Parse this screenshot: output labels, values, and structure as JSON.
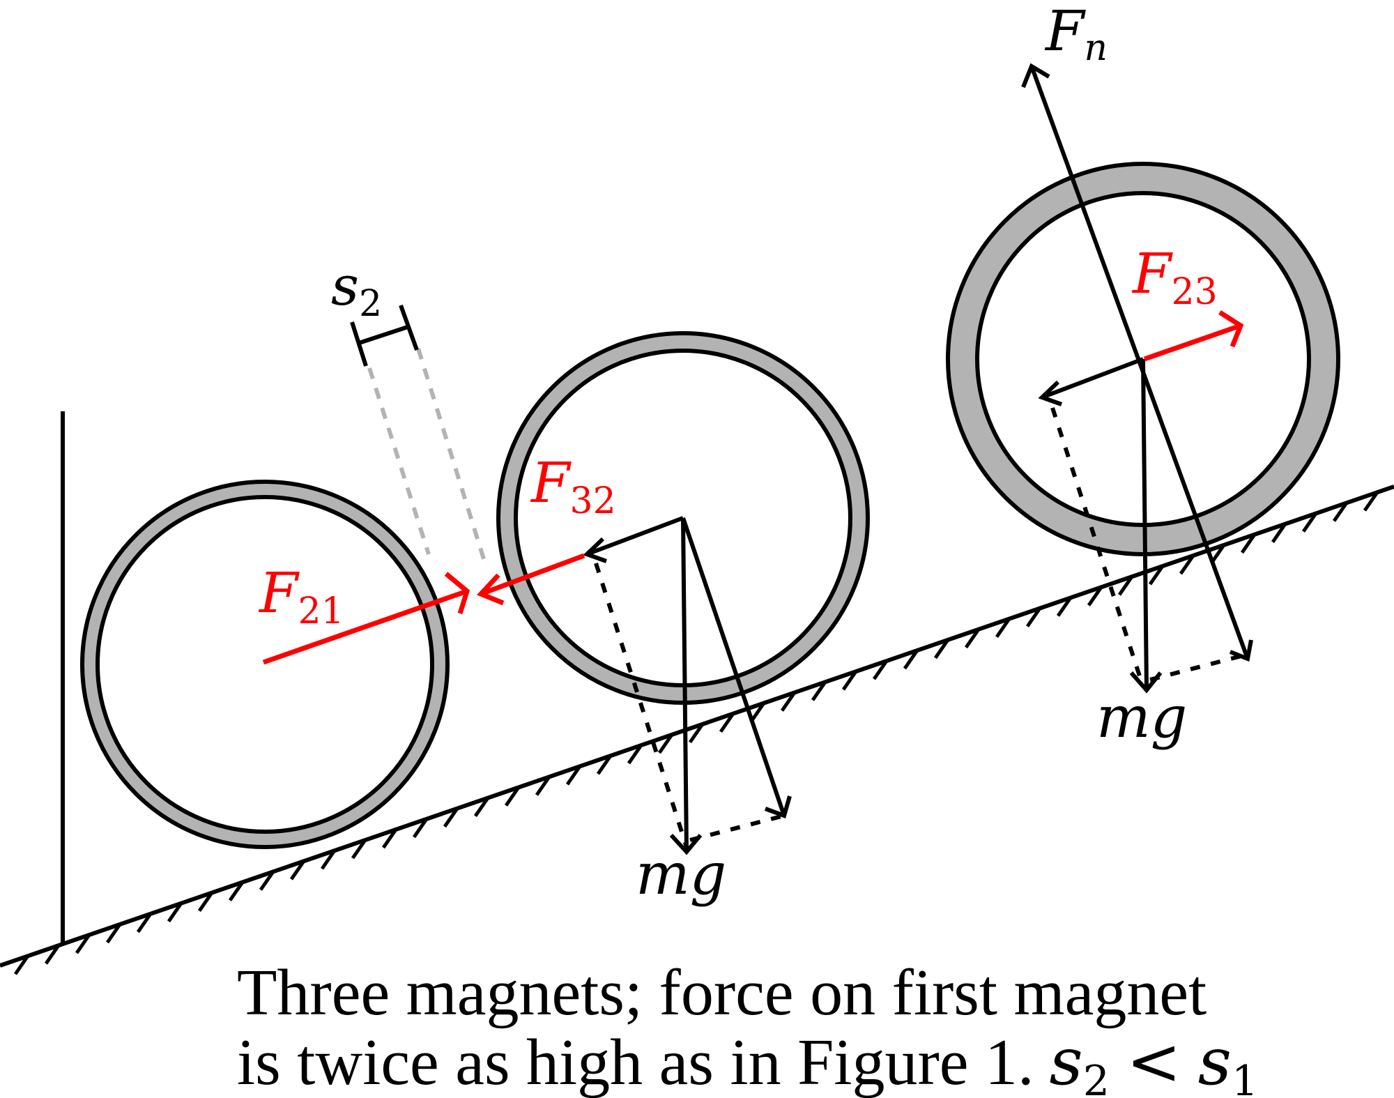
{
  "diagram": {
    "magnet_labels": {
      "f21_main": "F",
      "f21_sub": "21",
      "f32_main": "F",
      "f32_sub": "32",
      "f23_main": "F",
      "f23_sub": "23",
      "fn_main": "F",
      "fn_sub": "n",
      "mg_middle": "mg",
      "mg_right": "mg",
      "s2_main": "s",
      "s2_sub": "2"
    },
    "caption": {
      "line1": "Three magnets; force on first magnet",
      "line2_text": "is twice as high as in Figure 1.",
      "line2_math_a": "s",
      "line2_math_a_sub": "2",
      "line2_math_op": "<",
      "line2_math_b": "s",
      "line2_math_b_sub": "1"
    },
    "colors": {
      "ink": "#000000",
      "force_red": "#ff0000",
      "ring_gray": "#b3b3b3",
      "guide_gray": "#b3b3b3"
    }
  }
}
